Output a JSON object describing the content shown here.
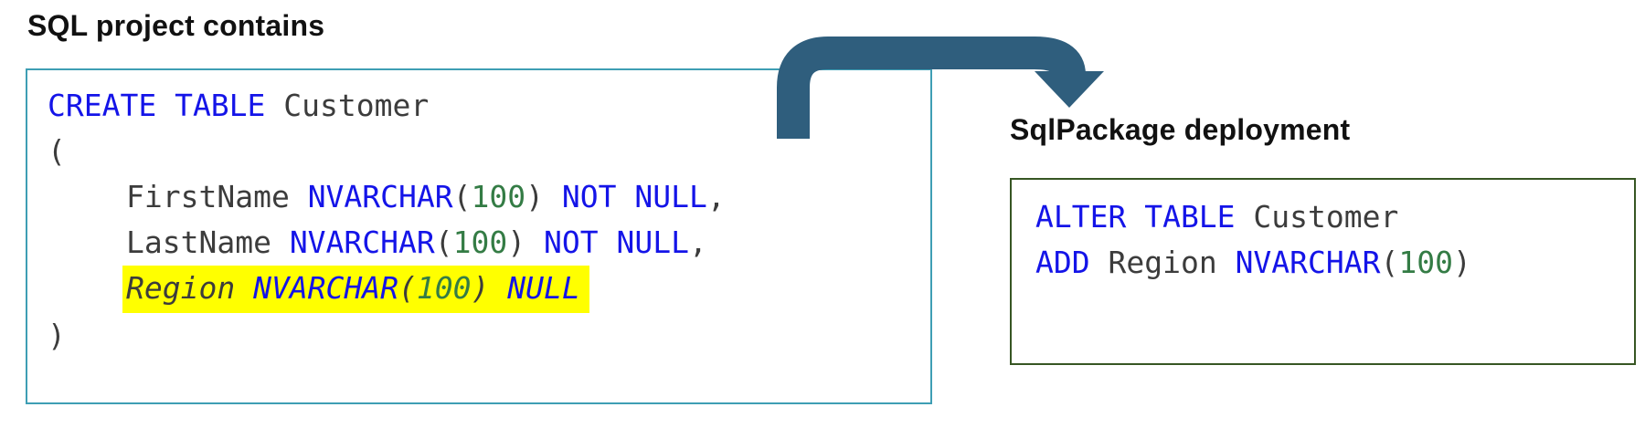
{
  "left": {
    "title": "SQL project contains",
    "lines": [
      [
        "CREATE TABLE",
        " Customer"
      ],
      [
        "("
      ],
      [
        "FirstName ",
        "NVARCHAR",
        "(",
        "100",
        ") ",
        "NOT NULL",
        ","
      ],
      [
        "LastName ",
        "NVARCHAR",
        "(",
        "100",
        ") ",
        "NOT NULL",
        ","
      ],
      [
        "Region ",
        "NVARCHAR",
        "(",
        "100",
        ") ",
        "NULL"
      ],
      [
        ")"
      ]
    ]
  },
  "right": {
    "title": "SqlPackage deployment",
    "lines": [
      [
        "ALTER TABLE",
        " Customer"
      ],
      [
        "ADD",
        " Region ",
        "NVARCHAR",
        "(",
        "100",
        ")"
      ]
    ]
  },
  "icons": {
    "arrow": "curved-deployment-arrow"
  },
  "colors": {
    "keyword": "#1414e8",
    "number": "#347c45",
    "code_text": "#3c3c3c",
    "highlight": "#ffff00",
    "left_box_border": "#3e9eb4",
    "right_box_border": "#375623",
    "arrow": "#2f5e7d",
    "title_text": "#111111"
  }
}
